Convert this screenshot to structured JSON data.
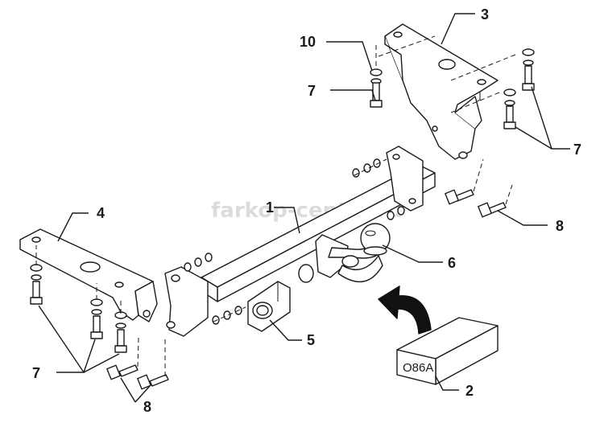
{
  "watermark": "farkop-center.ru",
  "callouts": {
    "c1": "1",
    "c2": "2",
    "c3": "3",
    "c4": "4",
    "c5": "5",
    "c6": "6",
    "c7_top": "7",
    "c7_right": "7",
    "c7_left": "7",
    "c8_right": "8",
    "c8_bottom": "8",
    "c10": "10"
  },
  "box_label": "O86A"
}
